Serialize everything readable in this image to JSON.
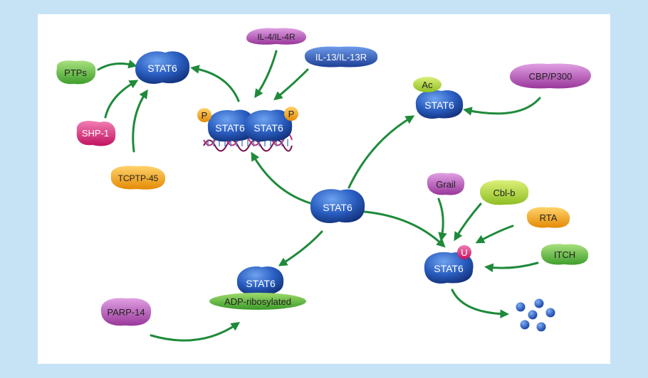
{
  "diagram": {
    "nodes": {
      "stat6_center": "STAT6",
      "stat6_top_left": "STAT6",
      "stat6_dimer_left": "STAT6",
      "stat6_dimer_right": "STAT6",
      "phospho_left": "P",
      "phospho_right": "P",
      "ptps": "PTPs",
      "shp1": "SHP-1",
      "tcptp45": "TCPTP-45",
      "il4": "IL-4/IL-4R",
      "il13": "IL-13/IL-13R",
      "acetyl": "Ac",
      "stat6_acetylated": "STAT6",
      "cbp": "CBP/P300",
      "grail": "Grail",
      "cblb": "Cbl-b",
      "rta": "RTA",
      "itch": "ITCH",
      "ubiquitin": "U",
      "stat6_ubiquitinated": "STAT6",
      "stat6_adp": "STAT6",
      "adp_ribosylated": "ADP-ribosylated",
      "parp14": "PARP-14"
    },
    "colors": {
      "background": "#c6e3f6",
      "arrow": "#1e8a3a",
      "stat6_blue": "#1f4fb0",
      "green_badge": "#55b83f",
      "pink_badge": "#d8287a",
      "purple_badge": "#b050b0",
      "orange_badge": "#f0a015",
      "yellow_green_badge": "#a6cf35",
      "phospho_orange": "#f2a622",
      "degradation_dot": "#1d55c0"
    }
  }
}
